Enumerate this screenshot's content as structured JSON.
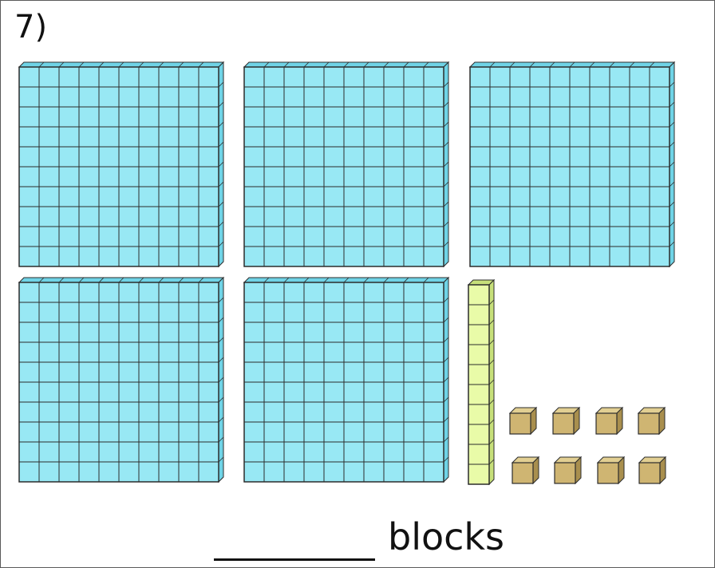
{
  "problem": {
    "number_label": "7)",
    "answer_unit": "blocks"
  },
  "base_ten": {
    "hundreds_flats": 5,
    "tens_rods": 1,
    "ones_cubes": 8
  },
  "colors": {
    "flat_face": "#98e8f4",
    "flat_side": "#6fd3e6",
    "rod_face": "#e9fba8",
    "rod_side": "#c7e07a",
    "cube_face": "#cfb572",
    "cube_side": "#a98f4e",
    "outline": "#2c2c2c"
  },
  "icons": {
    "flat": "hundreds-flat-icon",
    "rod": "tens-rod-icon",
    "cube": "unit-cube-icon"
  }
}
